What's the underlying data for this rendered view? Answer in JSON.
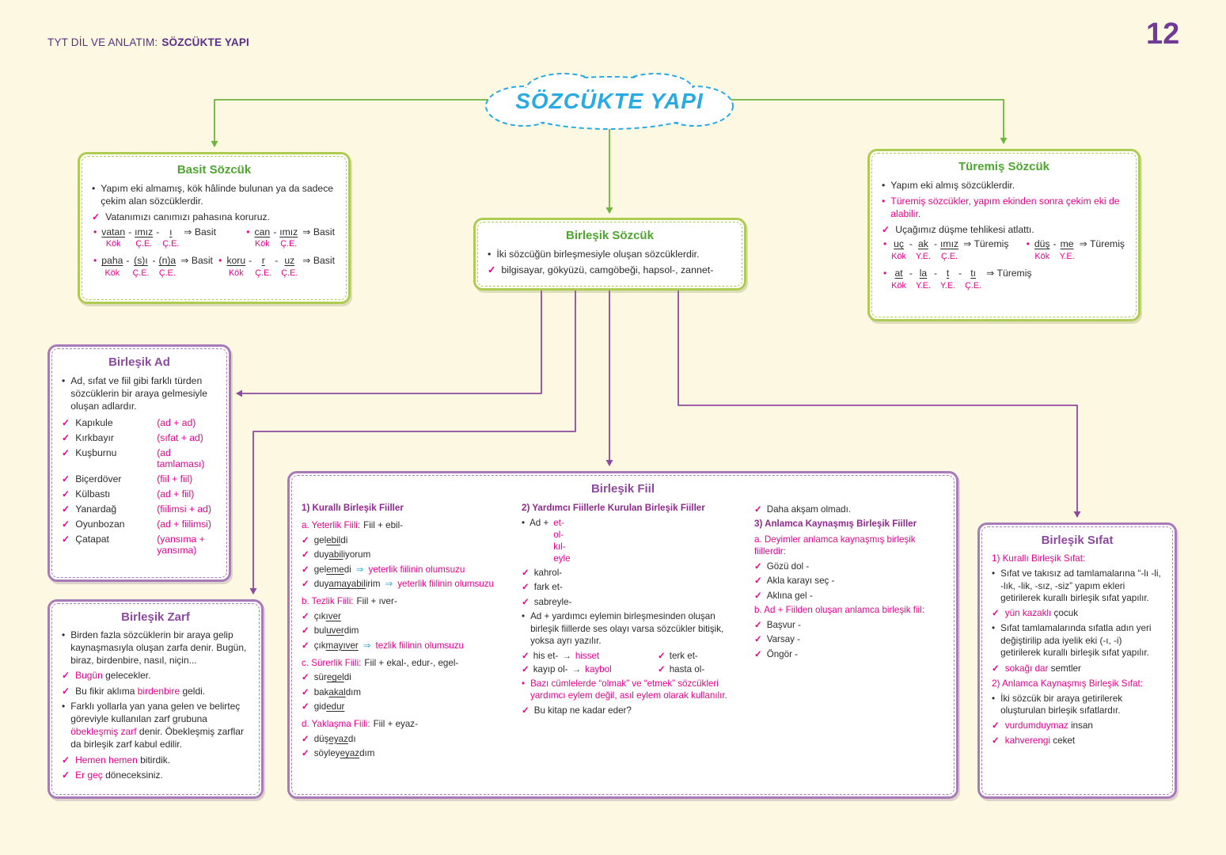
{
  "icons": {
    "check": "✓",
    "bullet": "•",
    "double_arrow": "⇒",
    "arrow_right": "→",
    "dash": "-"
  },
  "colors": {
    "background": "#FCF8E2",
    "green_border": "#AECB52",
    "green_title": "#4EA52F",
    "green_line": "#6FB43F",
    "purple_border": "#A87AB8",
    "purple_title": "#8C4A9E",
    "purple_heading": "#92278F",
    "pink": "#EC008C",
    "blue": "#29ABE2",
    "header_purple": "#5C2D87"
  },
  "header": {
    "prefix": "TYT DİL VE ANLATIM:",
    "title": "SÖZCÜKTE YAPI",
    "page_number": "12"
  },
  "cloud": {
    "title": "SÖZCÜKTE YAPI"
  },
  "basit": {
    "title": "Basit Sözcük",
    "def": "Yapım eki almamış, kök hâlinde bulunan ya da sadece çekim alan sözcüklerdir.",
    "sentence": "Vatanımızı canımızı pahasına koruruz.",
    "ex": [
      {
        "result": "Basit",
        "p": [
          {
            "seg": "vatan",
            "lab": "Kök"
          },
          {
            "seg": "ımız",
            "lab": "Ç.E."
          },
          {
            "seg": "ı",
            "lab": "Ç.E."
          }
        ]
      },
      {
        "result": "Basit",
        "p": [
          {
            "seg": "can",
            "lab": "Kök"
          },
          {
            "seg": "ımız",
            "lab": "Ç.E."
          }
        ]
      },
      {
        "result": "Basit",
        "p": [
          {
            "seg": "paha",
            "lab": "Kök"
          },
          {
            "seg": "(s)ı",
            "lab": "Ç.E."
          },
          {
            "seg": "(n)a",
            "lab": "Ç.E."
          }
        ]
      },
      {
        "result": "Basit",
        "p": [
          {
            "seg": "koru",
            "lab": "Kök"
          },
          {
            "seg": "r",
            "lab": "Ç.E."
          },
          {
            "seg": "uz",
            "lab": "Ç.E."
          }
        ]
      }
    ]
  },
  "turemis": {
    "title": "Türemiş Sözcük",
    "def": "Yapım eki almış sözcüklerdir.",
    "note": "Türemiş sözcükler, yapım ekinden sonra çekim eki de alabilir.",
    "sentence": "Uçağımız düşme tehlikesi atlattı.",
    "ex": [
      {
        "result": "Türemiş",
        "p": [
          {
            "seg": "uç",
            "lab": "Kök"
          },
          {
            "seg": "ak",
            "lab": "Y.E."
          },
          {
            "seg": "ımız",
            "lab": "Ç.E."
          }
        ]
      },
      {
        "result": "Türemiş",
        "p": [
          {
            "seg": "düş",
            "lab": "Kök"
          },
          {
            "seg": "me",
            "lab": "Y.E."
          }
        ]
      },
      {
        "result": "Türemiş",
        "p": [
          {
            "seg": "at",
            "lab": "Kök"
          },
          {
            "seg": "la",
            "lab": "Y.E."
          },
          {
            "seg": "t",
            "lab": "Y.E."
          },
          {
            "seg": "tı",
            "lab": "Ç.E."
          }
        ]
      }
    ]
  },
  "birlesik": {
    "title": "Birleşik Sözcük",
    "def": "İki sözcüğün birleşmesiyle oluşan sözcüklerdir.",
    "sentence": "bilgisayar, gökyüzü, camgöbeği, hapsol-, zannet-"
  },
  "ad": {
    "title": "Birleşik Ad",
    "def": "Ad, sıfat ve fiil gibi farklı türden sözcüklerin bir araya gelmesiyle oluşan adlardır.",
    "items": [
      {
        "word": "Kapıkule",
        "type": "(ad + ad)"
      },
      {
        "word": "Kırkbayır",
        "type": "(sıfat + ad)"
      },
      {
        "word": "Kuşburnu",
        "type": "(ad tamlaması)"
      },
      {
        "word": "Biçerdöver",
        "type": "(fiil + fiil)"
      },
      {
        "word": "Külbastı",
        "type": "(ad + fiil)"
      },
      {
        "word": "Yanardağ",
        "type": "(fiilimsi + ad)"
      },
      {
        "word": "Oyunbozan",
        "type": "(ad + fiilimsi)"
      },
      {
        "word": "Çatapat",
        "type": "(yansıma + yansıma)"
      }
    ]
  },
  "zarf": {
    "title": "Birleşik Zarf",
    "p1": "Birden fazla sözcüklerin bir araya gelip kaynaşmasıyla oluşan zarfa denir. Bugün, biraz, birdenbire, nasıl, niçin...",
    "c1": {
      "hl": "Bugün",
      "rest": " gelecekler."
    },
    "c2": {
      "pre": "Bu fikir aklıma ",
      "hl": "birdenbire",
      "rest": " geldi."
    },
    "p2": {
      "pre": "Farklı yollarla yan yana gelen ve belirteç göreviyle kullanılan zarf grubuna ",
      "hl": "öbekleşmiş zarf",
      "rest": " denir. Öbekleşmiş zarflar da birleşik zarf kabul edilir."
    },
    "c3": {
      "hl": "Hemen hemen",
      "rest": " bitirdik."
    },
    "c4": {
      "hl": "Er geç",
      "rest": " döneceksiniz."
    }
  },
  "fiil": {
    "title": "Birleşik Fiil",
    "h1": "1) Kurallı Birleşik Fiiller",
    "a_label": "a. Yeterlik Fiili:",
    "a_formula": "Fiil + ebil-",
    "a_ex": [
      {
        "pre": "gel",
        "u": "ebil",
        "post": "di"
      },
      {
        "pre": "duy",
        "u": "abil",
        "post": "iyorum"
      },
      {
        "pre": "gel",
        "u": "eme",
        "post": "di",
        "note": "yeterlik fiilinin olumsuzu"
      },
      {
        "pre": "duy",
        "u": "amayabil",
        "post": "irim",
        "note": "yeterlik fiilinin olumsuzu"
      }
    ],
    "b_label": "b. Tezlik Fiili:",
    "b_formula": "Fiil + ıver-",
    "b_ex": [
      {
        "pre": "çık",
        "u": "ıver",
        "post": ""
      },
      {
        "pre": "bul",
        "u": "uver",
        "post": "dim"
      },
      {
        "pre": "çık",
        "u": "mayıver",
        "post": "",
        "note": "tezlik fiilinin olumsuzu"
      }
    ],
    "c_label": "c. Sürerlik Fiili:",
    "c_formula": "Fiil + ekal-, edur-, egel-",
    "c_ex": [
      {
        "pre": "sür",
        "u": "egel",
        "post": "di"
      },
      {
        "pre": "bak",
        "u": "akal",
        "post": "dım"
      },
      {
        "pre": "gid",
        "u": "edur",
        "post": ""
      }
    ],
    "d_label": "d. Yaklaşma Fiili:",
    "d_formula": "Fiil + eyaz-",
    "d_ex": [
      {
        "pre": "düş",
        "u": "eyaz",
        "post": "dı"
      },
      {
        "pre": "söyley",
        "u": "eyaz",
        "post": "dım"
      }
    ],
    "h2": "2) Yardımcı Fiillerle Kurulan Birleşik Fiiller",
    "aux_prefix": "Ad + ",
    "aux_verbs": [
      "et-",
      "ol-",
      "kıl-",
      "eyle"
    ],
    "aux_ex": [
      "kahrol-",
      "fark et-",
      "sabreyle-"
    ],
    "aux_note": "Ad + yardımcı eylemin birleşmesinden oluşan birleşik fiillerde ses olayı varsa sözcükler bitişik, yoksa ayrı yazılır.",
    "pair1": {
      "left": "his et-",
      "arrowed": "hisset",
      "right": "terk et-"
    },
    "pair2": {
      "left": "kayıp ol-",
      "arrowed": "kaybol",
      "right": "hasta ol-"
    },
    "olmak_note": "Bazı cümlelerde “olmak” ve “etmek” sözcükleri yardımcı eylem değil, asıl eylem olarak kullanılır.",
    "olmak_ex": "Bu kitap ne kadar eder?",
    "c3_check": "Daha akşam olmadı.",
    "h3": "3) Anlamca Kaynaşmış Birleşik Fiiller",
    "h3a": "a. Deyimler anlamca kaynaşmış birleşik fiillerdir:",
    "h3a_ex": [
      "Gözü dol -",
      "Akla karayı seç -",
      "Aklına gel -"
    ],
    "h3b": "b. Ad + Fiilden oluşan anlamca birleşik fiil:",
    "h3b_ex": [
      "Başvur -",
      "Varsay -",
      "Öngör -"
    ]
  },
  "sifat": {
    "title": "Birleşik Sıfat",
    "h1": "1) Kurallı Birleşik Sıfat:",
    "p1": "Sıfat ve takısız ad tamlamalarına “-lı -li, -lık, -lik, -sız, -siz” yapım ekleri getirilerek kurallı birleşik sıfat yapılır.",
    "c1": {
      "hl": "yün kazaklı",
      "rest": " çocuk"
    },
    "p2": "Sıfat tamlamalarında sıfatla adın yeri değiştirilip ada iyelik eki (-ı, -i) getirilerek kurallı birleşik sıfat yapılır.",
    "c2": {
      "hl": "sokağı dar",
      "rest": " semtler"
    },
    "h2": "2) Anlamca Kaynaşmış Birleşik Sıfat:",
    "p3": "İki sözcük bir araya getirilerek oluşturulan birleşik sıfatlardır.",
    "c3": {
      "hl": "vurdumduymaz",
      "rest": " insan"
    },
    "c4": {
      "hl": "kahverengi",
      "rest": " ceket"
    }
  }
}
